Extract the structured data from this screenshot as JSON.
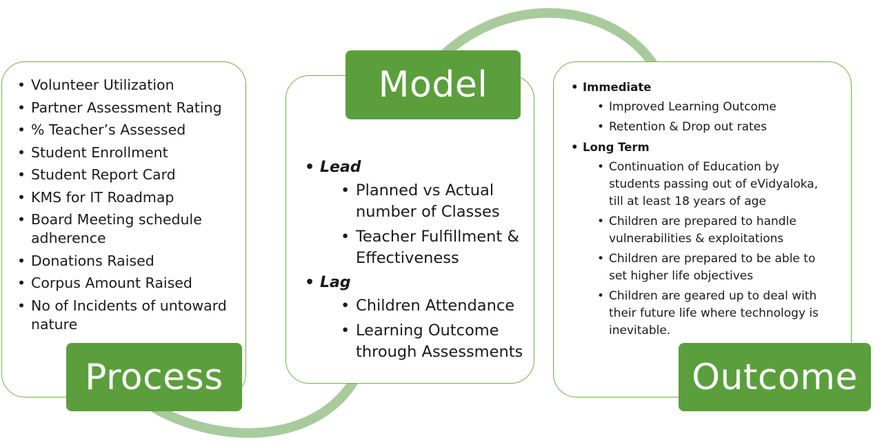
{
  "colors": {
    "accent": "#5a9f3c",
    "border": "#70ad47",
    "arc": "#a9cb9c"
  },
  "process": {
    "title": "Process",
    "items": [
      "Volunteer Utilization",
      "Partner Assessment Rating",
      "% Teacher’s Assessed",
      "Student Enrollment",
      "Student Report Card",
      "KMS for IT Roadmap",
      "Board Meeting schedule adherence",
      "Donations Raised",
      "Corpus Amount Raised",
      "No of Incidents of untoward nature"
    ]
  },
  "model": {
    "title": "Model",
    "groups": [
      {
        "heading": "Lead",
        "items": [
          "Planned vs Actual number of Classes",
          "Teacher Fulfillment & Effectiveness"
        ]
      },
      {
        "heading": "Lag",
        "items": [
          "Children Attendance",
          "Learning Outcome through Assessments"
        ]
      }
    ]
  },
  "outcome": {
    "title": "Outcome",
    "groups": [
      {
        "heading": "Immediate",
        "items": [
          "Improved Learning Outcome",
          "Retention & Drop out rates"
        ]
      },
      {
        "heading": "Long Term",
        "items": [
          "Continuation of Education by students passing out of eVidyaloka, till at least 18 years of age",
          "Children are prepared to handle vulnerabilities & exploitations",
          "Children are prepared to be able to set higher life objectives",
          "Children are geared up to deal with their future life where technology is inevitable."
        ]
      }
    ]
  }
}
